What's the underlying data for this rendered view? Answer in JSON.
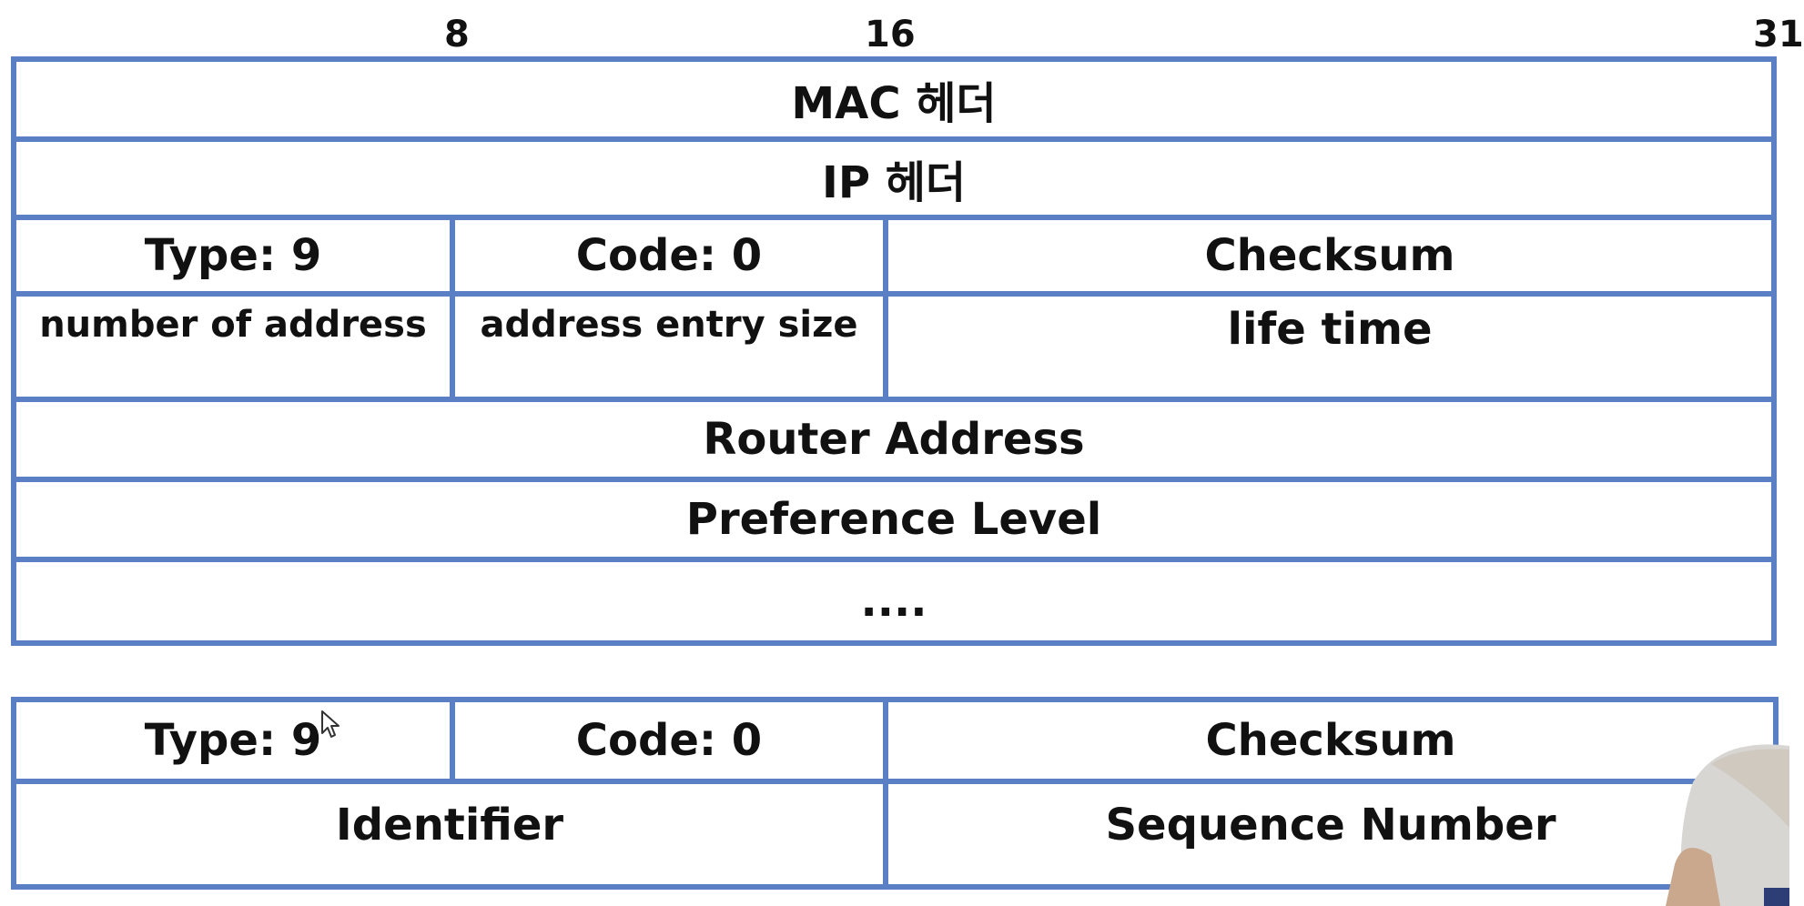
{
  "bit_labels": {
    "b8": "8",
    "b16": "16",
    "b31": "31"
  },
  "packet_1": {
    "mac_header": "MAC 헤더",
    "ip_header": "IP 헤더",
    "type": "Type: 9",
    "code": "Code: 0",
    "checksum": "Checksum",
    "number_of_address": "number of address",
    "address_entry_size": "address entry size",
    "life_time": "life time",
    "router_address": "Router Address",
    "preference_level": "Preference Level",
    "ellipsis": "...."
  },
  "packet_2": {
    "type": "Type: 9",
    "code": "Code: 0",
    "checksum": "Checksum",
    "identifier": "Identifier",
    "sequence_number": "Sequence Number"
  },
  "colors": {
    "border": "#5b7fc4",
    "text": "#111111",
    "background": "#ffffff"
  },
  "icons": {
    "cursor": "mouse-pointer-icon"
  }
}
